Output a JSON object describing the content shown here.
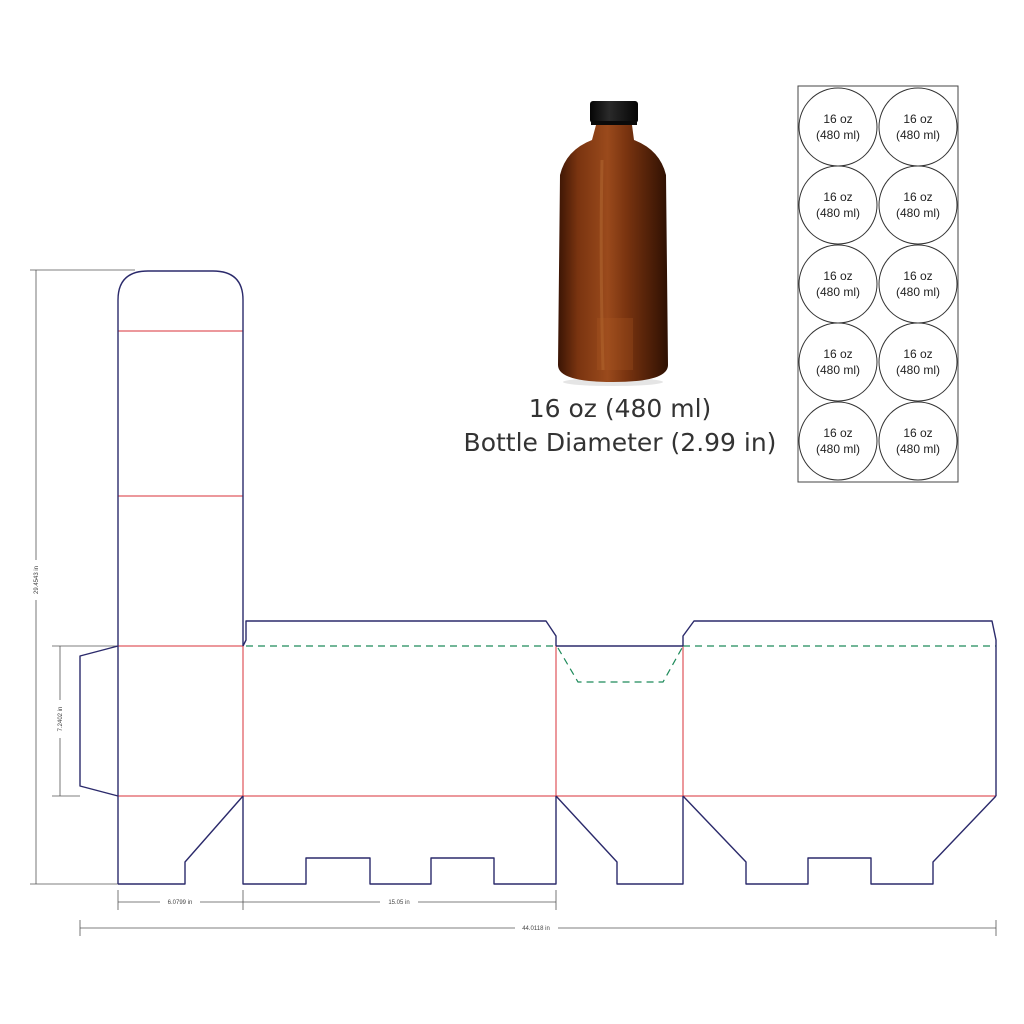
{
  "product": {
    "caption_line1": "16 oz (480 ml)",
    "caption_line2": "Bottle Diameter (2.99 in)"
  },
  "label_sheet": {
    "rows": [
      [
        {
          "line1": "16 oz",
          "line2": "(480 ml)"
        },
        {
          "line1": "16 oz",
          "line2": "(480 ml)"
        }
      ],
      [
        {
          "line1": "16 oz",
          "line2": "(480 ml)"
        },
        {
          "line1": "16 oz",
          "line2": "(480 ml)"
        }
      ],
      [
        {
          "line1": "16 oz",
          "line2": "(480 ml)"
        },
        {
          "line1": "16 oz",
          "line2": "(480 ml)"
        }
      ],
      [
        {
          "line1": "16 oz",
          "line2": "(480 ml)"
        },
        {
          "line1": "16 oz",
          "line2": "(480 ml)"
        }
      ],
      [
        {
          "line1": "16 oz",
          "line2": "(480 ml)"
        },
        {
          "line1": "16 oz",
          "line2": "(480 ml)"
        }
      ]
    ]
  },
  "dimensions": {
    "total_height": "29.4543 in",
    "side_height": "7.2402 in",
    "panel_width": "6.0799 in",
    "front_width": "15.05 in",
    "total_width": "44.0118 in"
  },
  "colors": {
    "cut_line": "#2b2a6b",
    "fold_line": "#d9303a",
    "perforation": "#1e8a5a",
    "dimension_line": "#555555",
    "bottle_glass": "#7a3410",
    "bottle_cap": "#1a1a1a"
  },
  "icons": {
    "bottle": "amber-glass-bottle-icon"
  }
}
